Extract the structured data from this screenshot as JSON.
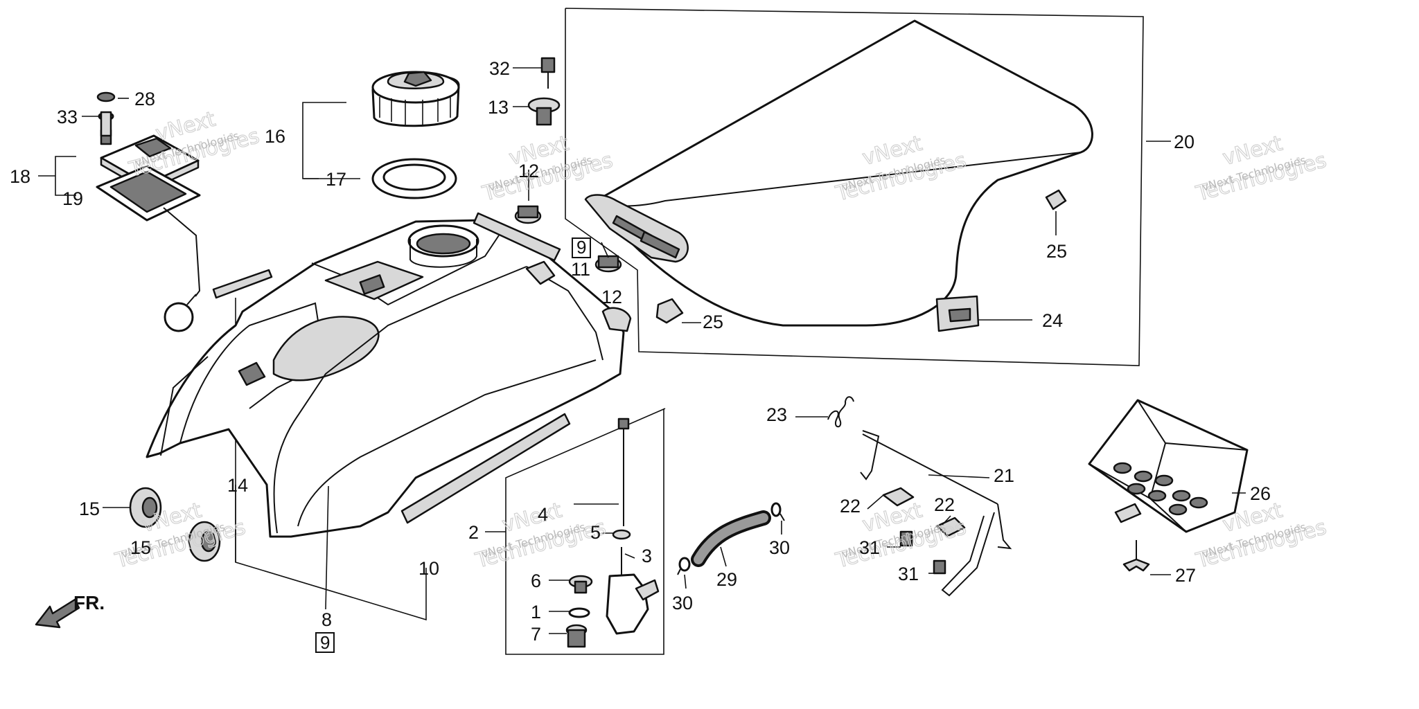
{
  "colors": {
    "ink": "#111111",
    "paper": "#ffffff",
    "watermark": "#b9b9b9"
  },
  "diagram": {
    "direction_label": "FR.",
    "watermark": {
      "line1": "vNext",
      "line2": "vNext Technologies",
      "line3": "Technologies"
    },
    "callouts": [
      {
        "id": "c28",
        "text": "28"
      },
      {
        "id": "c33",
        "text": "33"
      },
      {
        "id": "c18",
        "text": "18"
      },
      {
        "id": "c19",
        "text": "19"
      },
      {
        "id": "c16",
        "text": "16"
      },
      {
        "id": "c17",
        "text": "17"
      },
      {
        "id": "c32",
        "text": "32"
      },
      {
        "id": "c13",
        "text": "13"
      },
      {
        "id": "c12a",
        "text": "12"
      },
      {
        "id": "c9a",
        "text": "9"
      },
      {
        "id": "c11",
        "text": "11"
      },
      {
        "id": "c12b",
        "text": "12"
      },
      {
        "id": "c20",
        "text": "20"
      },
      {
        "id": "c25a",
        "text": "25"
      },
      {
        "id": "c25b",
        "text": "25"
      },
      {
        "id": "c24",
        "text": "24"
      },
      {
        "id": "c14",
        "text": "14"
      },
      {
        "id": "c15a",
        "text": "15"
      },
      {
        "id": "c15b",
        "text": "15"
      },
      {
        "id": "c8",
        "text": "8"
      },
      {
        "id": "c9b",
        "text": "9"
      },
      {
        "id": "c10",
        "text": "10"
      },
      {
        "id": "c2",
        "text": "2"
      },
      {
        "id": "c4",
        "text": "4"
      },
      {
        "id": "c5",
        "text": "5"
      },
      {
        "id": "c3",
        "text": "3"
      },
      {
        "id": "c6",
        "text": "6"
      },
      {
        "id": "c1",
        "text": "1"
      },
      {
        "id": "c7",
        "text": "7"
      },
      {
        "id": "c29",
        "text": "29"
      },
      {
        "id": "c30a",
        "text": "30"
      },
      {
        "id": "c30b",
        "text": "30"
      },
      {
        "id": "c23",
        "text": "23"
      },
      {
        "id": "c21",
        "text": "21"
      },
      {
        "id": "c22a",
        "text": "22"
      },
      {
        "id": "c22b",
        "text": "22"
      },
      {
        "id": "c31a",
        "text": "31"
      },
      {
        "id": "c31b",
        "text": "31"
      },
      {
        "id": "c26",
        "text": "26"
      },
      {
        "id": "c27",
        "text": "27"
      }
    ]
  }
}
